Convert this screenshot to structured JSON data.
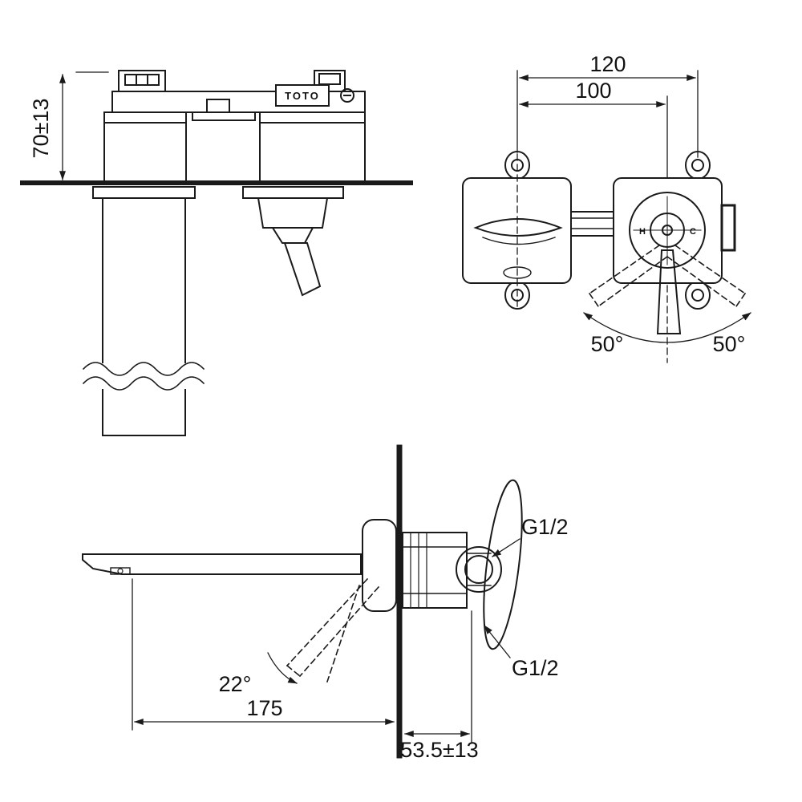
{
  "drawing": {
    "type": "technical-installation-diagram",
    "brand": "TOTO",
    "colors": {
      "line": "#1a1a1a",
      "background": "#ffffff"
    }
  },
  "top_view": {
    "dim_depth": "70±13",
    "brand_plate": "TOTO"
  },
  "front_view": {
    "dim_outer": "120",
    "dim_centers": "100",
    "angle_left": "50°",
    "angle_right": "50°",
    "hot": "H",
    "cold": "C"
  },
  "side_view": {
    "thread_top": "G1/2",
    "thread_bottom": "G1/2",
    "angle_handle": "22°",
    "dim_reach": "175",
    "dim_wall_depth": "53.5±13"
  }
}
